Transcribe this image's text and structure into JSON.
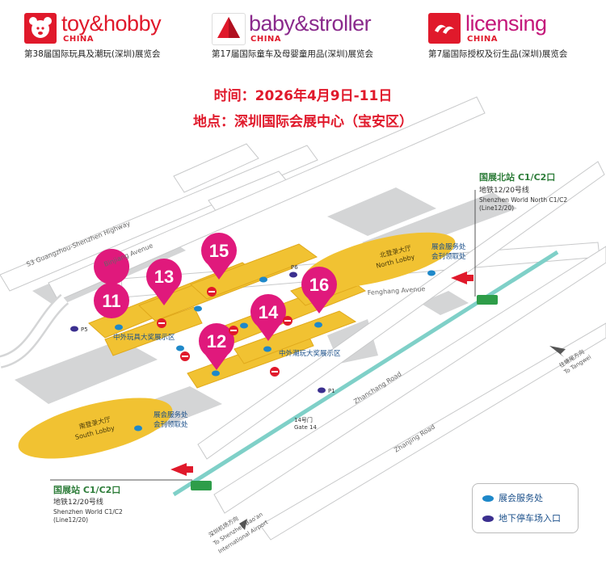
{
  "brands": [
    {
      "name": "toy&hobby",
      "sub": "CHINA",
      "desc": "第38届国际玩具及潮玩(深圳)展览会",
      "color": "#e0192b"
    },
    {
      "name": "baby&stroller",
      "sub": "CHINA",
      "desc": "第17届国际童车及母婴童用品(深圳)展览会",
      "color": "#8a2a8c"
    },
    {
      "name": "licensing",
      "sub": "CHINA",
      "desc": "第7届国际授权及衍生品(深圳)展览会",
      "color": "#c4177a"
    }
  ],
  "event": {
    "time": "时间：2026年4月9日-11日",
    "place": "地点：深圳国际会展中心（宝安区）"
  },
  "halls": [
    "11",
    "12",
    "13",
    "14",
    "15",
    "16"
  ],
  "roads": {
    "expressway": "S3 Guangzhou-Shenzhen Highway",
    "binjiang": "Binjiang Avenue",
    "fenghang": "Fenghang Avenue",
    "zhanchang": "Zhanchang Road",
    "zhanjing": "Zhanjing Road"
  },
  "lobbies": {
    "north_cn": "北登录大厅",
    "north_en": "North Lobby",
    "south_cn": "南登录大厅",
    "south_en": "South Lobby"
  },
  "areas": {
    "toy_award": "中外玩具大奖展示区",
    "trend_award": "中外潮玩大奖展示区"
  },
  "service": {
    "north_1": "展会服务处",
    "north_2": "会刊领取处",
    "south_1": "展会服务处",
    "south_2": "会刊领取处"
  },
  "parking": [
    "P5",
    "P6",
    "P1"
  ],
  "gate": {
    "cn": "14号门",
    "en": "Gate 14"
  },
  "stations": {
    "north_title": "国展北站 C1/C2口",
    "north_line": "地铁12/20号线",
    "north_en1": "Shenzhen World North C1/C2",
    "north_en2": "(Line12/20)",
    "south_title": "国展站 C1/C2口",
    "south_line": "地铁12/20号线",
    "south_en1": "Shenzhen World  C1/C2",
    "south_en2": "(Line12/20)"
  },
  "directions": {
    "tangwei_cn": "往塘尾方向",
    "tangwei_en": "To Tangwei",
    "airport_cn": "深圳机场方向",
    "airport_en1": "To Shenzhen Bao'an",
    "airport_en2": "International Airport"
  },
  "legend": {
    "service": "展会服务处",
    "parking": "地下停车场入口",
    "service_color": "#1e88c9",
    "parking_color": "#3b2f8f"
  }
}
